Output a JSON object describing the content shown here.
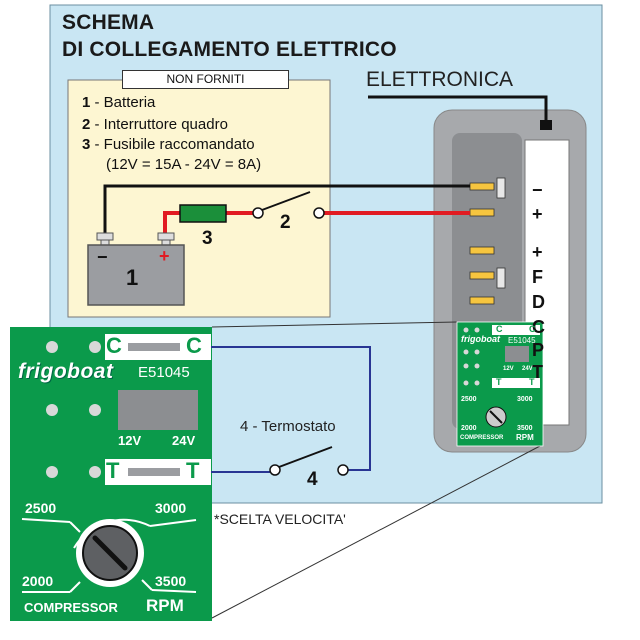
{
  "title": {
    "line1": "SCHEMA",
    "line2": "DI COLLEGAMENTO ELETTRICO"
  },
  "electronics_label": "ELETTRONICA",
  "not_supplied_box": {
    "header": "NON FORNITI",
    "items": [
      {
        "num": "1",
        "text": " - Batteria"
      },
      {
        "num": "2",
        "text": " - Interruttore quadro"
      },
      {
        "num": "3",
        "text": " - Fusibile raccomandato"
      }
    ],
    "fuse_note": "(12V = 15A - 24V = 8A)"
  },
  "battery": {
    "label": "1",
    "minus": "−",
    "plus": "+"
  },
  "fuse_label": "3",
  "switch_label": "2",
  "thermostat": {
    "caption": "4 - Termostato",
    "label": "4"
  },
  "terminals": [
    "−",
    "+",
    "+",
    "F",
    "D",
    "C",
    "P",
    "T"
  ],
  "panel": {
    "brand": "frigoboat",
    "model": "E51045",
    "c_left": "C",
    "c_right": "C",
    "t_left": "T",
    "t_right": "T",
    "volt_12": "12V",
    "volt_24": "24V",
    "rpm_2500": "2500",
    "rpm_3000": "3000",
    "rpm_2000": "2000",
    "rpm_3500": "3500",
    "compressor": "COMPRESSOR",
    "rpm": "RPM"
  },
  "speed_note": "*SCELTA VELOCITA'",
  "colors": {
    "bg_panel": "#c9e6f3",
    "note_box": "#fdf6d2",
    "green_board": "#0b9a4b",
    "red_wire": "#e11b22",
    "blue_wire": "#283593",
    "fuse": "#1b8f3a"
  }
}
